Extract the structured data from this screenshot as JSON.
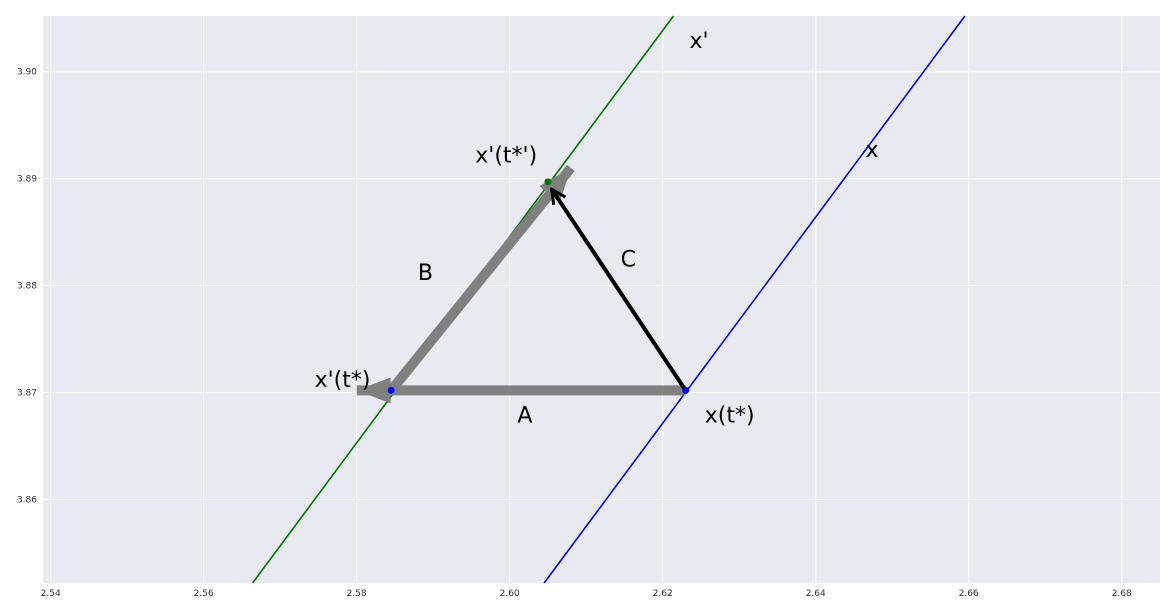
{
  "chart_data": {
    "type": "line",
    "title": "",
    "xlabel": "",
    "ylabel": "",
    "xlim": [
      2.539,
      2.685
    ],
    "ylim": [
      3.8522,
      3.9052
    ],
    "grid": true,
    "background": "#e9e9f1",
    "grid_color": "#ffffff",
    "x_ticks": [
      {
        "value": 2.54,
        "label": "2.54"
      },
      {
        "value": 2.56,
        "label": "2.56"
      },
      {
        "value": 2.58,
        "label": "2.58"
      },
      {
        "value": 2.6,
        "label": "2.60"
      },
      {
        "value": 2.62,
        "label": "2.62"
      },
      {
        "value": 2.64,
        "label": "2.64"
      },
      {
        "value": 2.66,
        "label": "2.66"
      },
      {
        "value": 2.68,
        "label": "2.68"
      }
    ],
    "y_ticks": [
      {
        "value": 3.86,
        "label": "3.86"
      },
      {
        "value": 3.87,
        "label": "3.87"
      },
      {
        "value": 3.88,
        "label": "3.88"
      },
      {
        "value": 3.89,
        "label": "3.89"
      },
      {
        "value": 3.9,
        "label": "3.90"
      }
    ],
    "series": [
      {
        "name": "x'",
        "color": "#007400",
        "points": [
          [
            2.5664,
            3.8522
          ],
          [
            2.6214,
            3.9052
          ]
        ]
      },
      {
        "name": "x",
        "color": "#0000cc",
        "points": [
          [
            2.6045,
            3.8522
          ],
          [
            2.6595,
            3.9052
          ]
        ]
      }
    ],
    "points": [
      {
        "x": 2.5845,
        "y": 3.8702,
        "color": "#0000ff"
      },
      {
        "x": 2.623,
        "y": 3.8702,
        "color": "#0000ff"
      },
      {
        "x": 2.605,
        "y": 3.8897,
        "color": "#007400"
      }
    ],
    "arrows": [
      {
        "id": "A",
        "from": [
          2.623,
          3.8702
        ],
        "to": [
          2.58,
          3.8702
        ],
        "color": "#808080",
        "style": "thick"
      },
      {
        "id": "B",
        "from": [
          2.5845,
          3.8702
        ],
        "to": [
          2.608,
          3.891
        ],
        "color": "#808080",
        "style": "thick"
      },
      {
        "id": "C",
        "from": [
          2.623,
          3.8702
        ],
        "to": [
          2.6055,
          3.889
        ],
        "color": "#000000",
        "style": "thin"
      }
    ],
    "annotations": [
      {
        "text": "x'",
        "x": 2.6235,
        "y": 3.9022
      },
      {
        "text": "x",
        "x": 2.6465,
        "y": 3.892
      },
      {
        "text": "x'(t*')",
        "x": 2.5955,
        "y": 3.8915
      },
      {
        "text": "C",
        "x": 2.6145,
        "y": 3.8818
      },
      {
        "text": "B",
        "x": 2.588,
        "y": 3.8805
      },
      {
        "text": "x'(t*)",
        "x": 2.5745,
        "y": 3.8705
      },
      {
        "text": "A",
        "x": 2.601,
        "y": 3.8672
      },
      {
        "text": "x(t*)",
        "x": 2.6255,
        "y": 3.8672
      }
    ]
  }
}
